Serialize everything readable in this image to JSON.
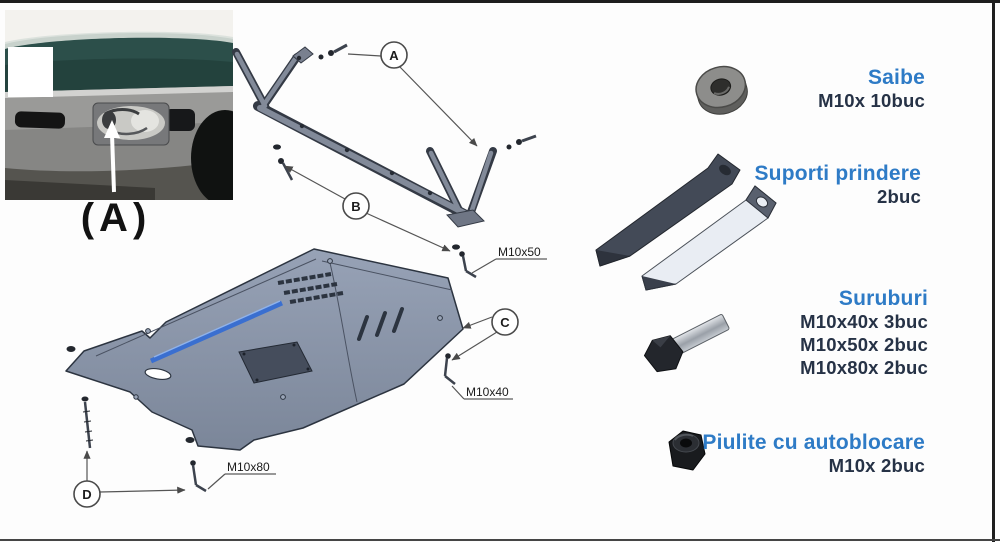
{
  "colors": {
    "accent_blue": "#2e7bc6",
    "navy_text": "#263246",
    "stripe_blue": "#3a6fd0",
    "plate_gray": "#8792a8"
  },
  "photo": {
    "caption": "(A)"
  },
  "diagram": {
    "callouts": {
      "a": "A",
      "b": "B",
      "c": "C",
      "d": "D"
    },
    "bolt_labels": {
      "m10x50": "M10x50",
      "m10x40": "M10x40",
      "m10x80": "M10x80"
    }
  },
  "parts_list": {
    "items": [
      {
        "icon": "washer-icon",
        "title": "Saibe",
        "specs": [
          "M10x 10buc"
        ]
      },
      {
        "icon": "bracket-icon",
        "title": "Suporti prindere",
        "specs": [
          "2buc"
        ]
      },
      {
        "icon": "bolt-icon",
        "title": "Suruburi",
        "specs": [
          "M10x40x 3buc",
          "M10x50x 2buc",
          "M10x80x 2buc"
        ]
      },
      {
        "icon": "nut-icon",
        "title": "Piulite cu autoblocare",
        "specs": [
          "M10x 2buc"
        ]
      }
    ]
  }
}
